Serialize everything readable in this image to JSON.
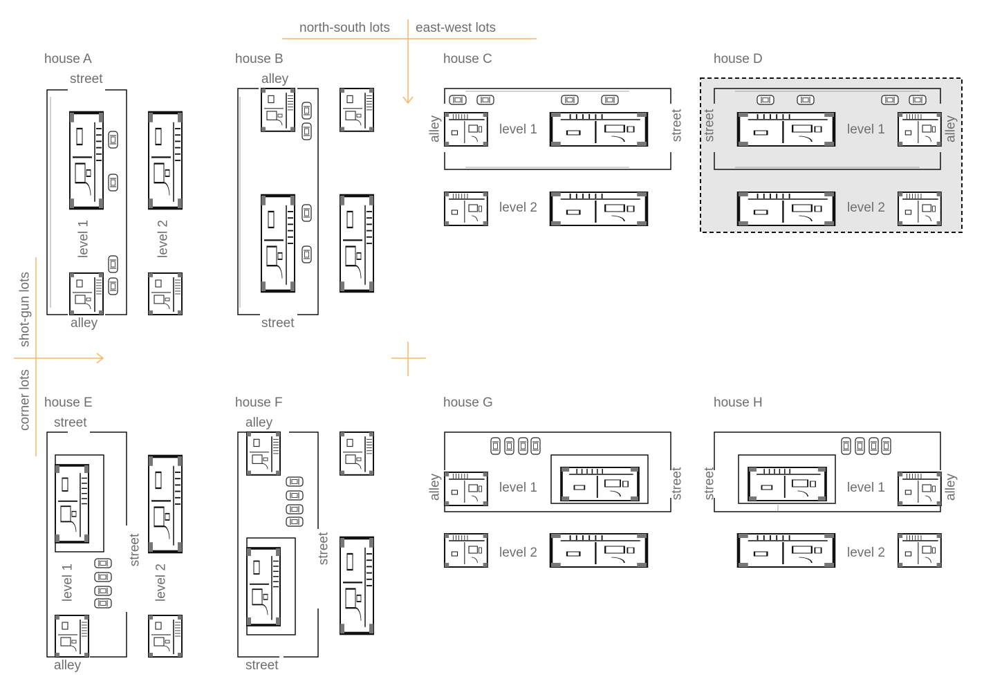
{
  "axes": {
    "north_south": "north-south lots",
    "east_west": "east-west lots",
    "shot_gun": "shot-gun lots",
    "corner": "corner lots"
  },
  "accent_color": "#f5b56a",
  "highlight_fill": "#e6e6e6",
  "houses": {
    "A": {
      "title": "house A",
      "top": "street",
      "bottom": "alley",
      "level1": "level 1",
      "level2": "level 2"
    },
    "B": {
      "title": "house B",
      "top": "alley",
      "bottom": "street"
    },
    "C": {
      "title": "house C",
      "left": "alley",
      "right": "street",
      "level1": "level 1",
      "level2": "level 2"
    },
    "D": {
      "title": "house D",
      "left": "street",
      "right": "alley",
      "level1": "level 1",
      "level2": "level 2",
      "highlighted": true
    },
    "E": {
      "title": "house E",
      "top": "street",
      "bottom": "alley",
      "side": "street",
      "level1": "level 1",
      "level2": "level 2"
    },
    "F": {
      "title": "house F",
      "top": "alley",
      "bottom": "street",
      "side": "street"
    },
    "G": {
      "title": "house G",
      "left": "alley",
      "right": "street",
      "level1": "level 1",
      "level2": "level 2"
    },
    "H": {
      "title": "house H",
      "left": "street",
      "right": "alley",
      "level1": "level 1",
      "level2": "level 2"
    }
  }
}
